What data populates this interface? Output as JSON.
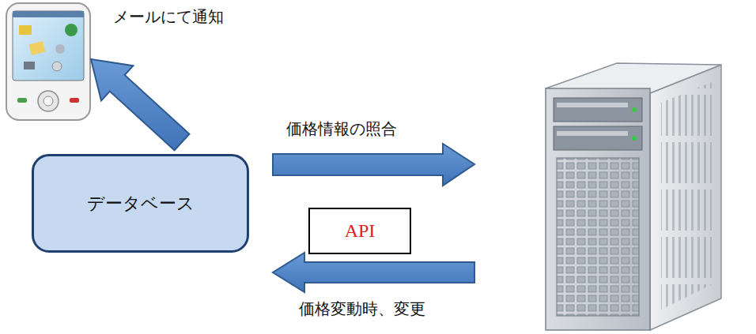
{
  "diagram": {
    "nodes": [
      {
        "text": [
          "データベース"
        ]
      },
      {
        "text": [
          "API"
        ]
      }
    ],
    "labels": [
      "メールにて通知",
      "価格情報の照合",
      "価格変動時、変更"
    ]
  }
}
